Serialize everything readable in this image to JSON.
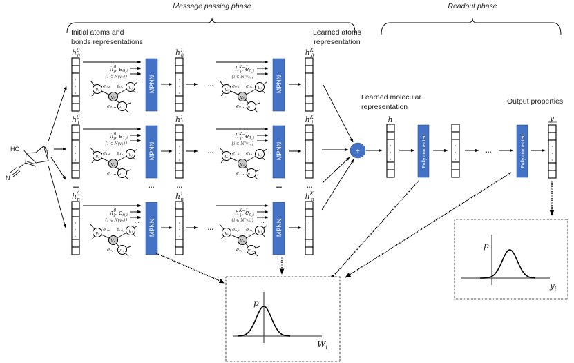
{
  "phases": {
    "message_passing": "Message passing phase",
    "readout": "Readout phase"
  },
  "labels": {
    "initial_line1": "Initial atoms and",
    "initial_line2": "bonds representations",
    "learned_atoms_line1": "Learned atoms",
    "learned_atoms_line2": "representation",
    "learned_mol_line1": "Learned molecular",
    "learned_mol_line2": "representation",
    "output_props": "Output properties"
  },
  "molecule": {
    "oh": "HO",
    "n": "N"
  },
  "blocks": {
    "mpnn": "MPNN",
    "fc": "Fully connected",
    "sum": "+"
  },
  "rows": [
    {
      "h0": "h",
      "h0_sub": "0",
      "h0_sup": "0",
      "h1_sup": "1",
      "hK_sup": "K",
      "msg1_h": "h",
      "msg1_sup": "0",
      "msg1_e": ", e",
      "msg1_esub": "0,i",
      "msgK_sup": "K−1",
      "neighborhood": "{i ∈ N(v₀)}",
      "center": "v₀",
      "e_i": "e₀,ᵢ",
      "e_j": "e₀,ⱼ",
      "e_other": "e₀,…",
      "node_i": "vᵢ",
      "node_j": "vⱼ",
      "node_o": "v…"
    },
    {
      "h0": "h",
      "h0_sub": "1",
      "h0_sup": "0",
      "h1_sup": "1",
      "hK_sup": "K",
      "msg1_h": "h",
      "msg1_sup": "0",
      "msg1_e": ", e",
      "msg1_esub": "1,i",
      "msgK_sup": "K−1",
      "neighborhood": "{i ∈ N(v₁)}",
      "center": "v₁",
      "e_i": "e₁,ᵢ",
      "e_j": "e₁,ⱼ",
      "e_other": "e₁,…",
      "node_i": "vᵢ",
      "node_j": "vⱼ",
      "node_o": "v…"
    },
    {
      "h0": "h",
      "h0_sub": "n",
      "h0_sup": "0",
      "h1_sup": "1",
      "hK_sup": "K",
      "msg1_h": "h",
      "msg1_sup": "0",
      "msg1_e": ", e",
      "msg1_esub": "n,i",
      "msgK_sup": "K−1",
      "neighborhood": "{i ∈ N(vₙ)}",
      "center": "vₙ",
      "e_i": "eₙ,ᵢ",
      "e_j": "eₙ,ⱼ",
      "e_other": "eₙ,…",
      "node_i": "vᵢ",
      "node_j": "vⱼ",
      "node_o": "v…"
    }
  ],
  "ellipsis": "...",
  "readout": {
    "h_label": "h",
    "y_label": "y"
  },
  "distributions": {
    "weights": {
      "p_label": "p",
      "x_label": "W",
      "x_sub": "i"
    },
    "outputs": {
      "p_label": "p",
      "x_label": "y",
      "x_sub": "i"
    }
  }
}
